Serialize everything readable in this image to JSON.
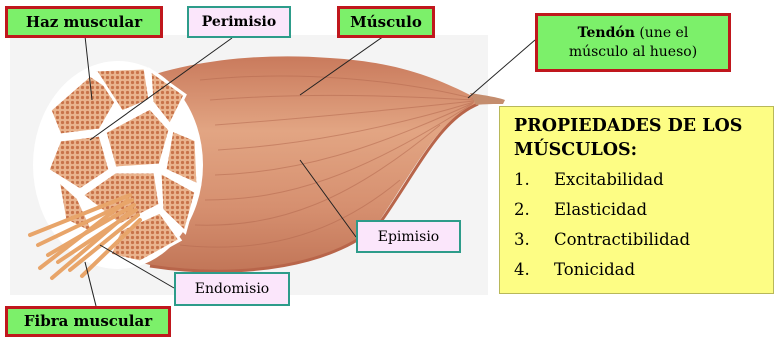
{
  "labels": {
    "haz_muscular": "Haz muscular",
    "perimisio": "Perimisio",
    "musculo": "Músculo",
    "tendon_title": "Tendón",
    "tendon_note_1": "(une el",
    "tendon_note_2": "músculo al hueso)",
    "epimisio": "Epimisio",
    "endomisio": "Endomisio",
    "fibra_muscular": "Fibra muscular"
  },
  "properties": {
    "title": "PROPIEDADES DE LOS\nMÚSCULOS:",
    "items": [
      {
        "num": "1.",
        "text": "Excitabilidad"
      },
      {
        "num": "2.",
        "text": "Elasticidad"
      },
      {
        "num": "3.",
        "text": "Contractibilidad"
      },
      {
        "num": "4.",
        "text": "Tonicidad"
      }
    ]
  },
  "colors": {
    "label_green": "#7cf06a",
    "label_pink": "#fbe6fb",
    "border_red": "#c0171d",
    "border_teal": "#2d9c8a",
    "properties_bg": "#fdfd84",
    "muscle": "#d99470"
  }
}
